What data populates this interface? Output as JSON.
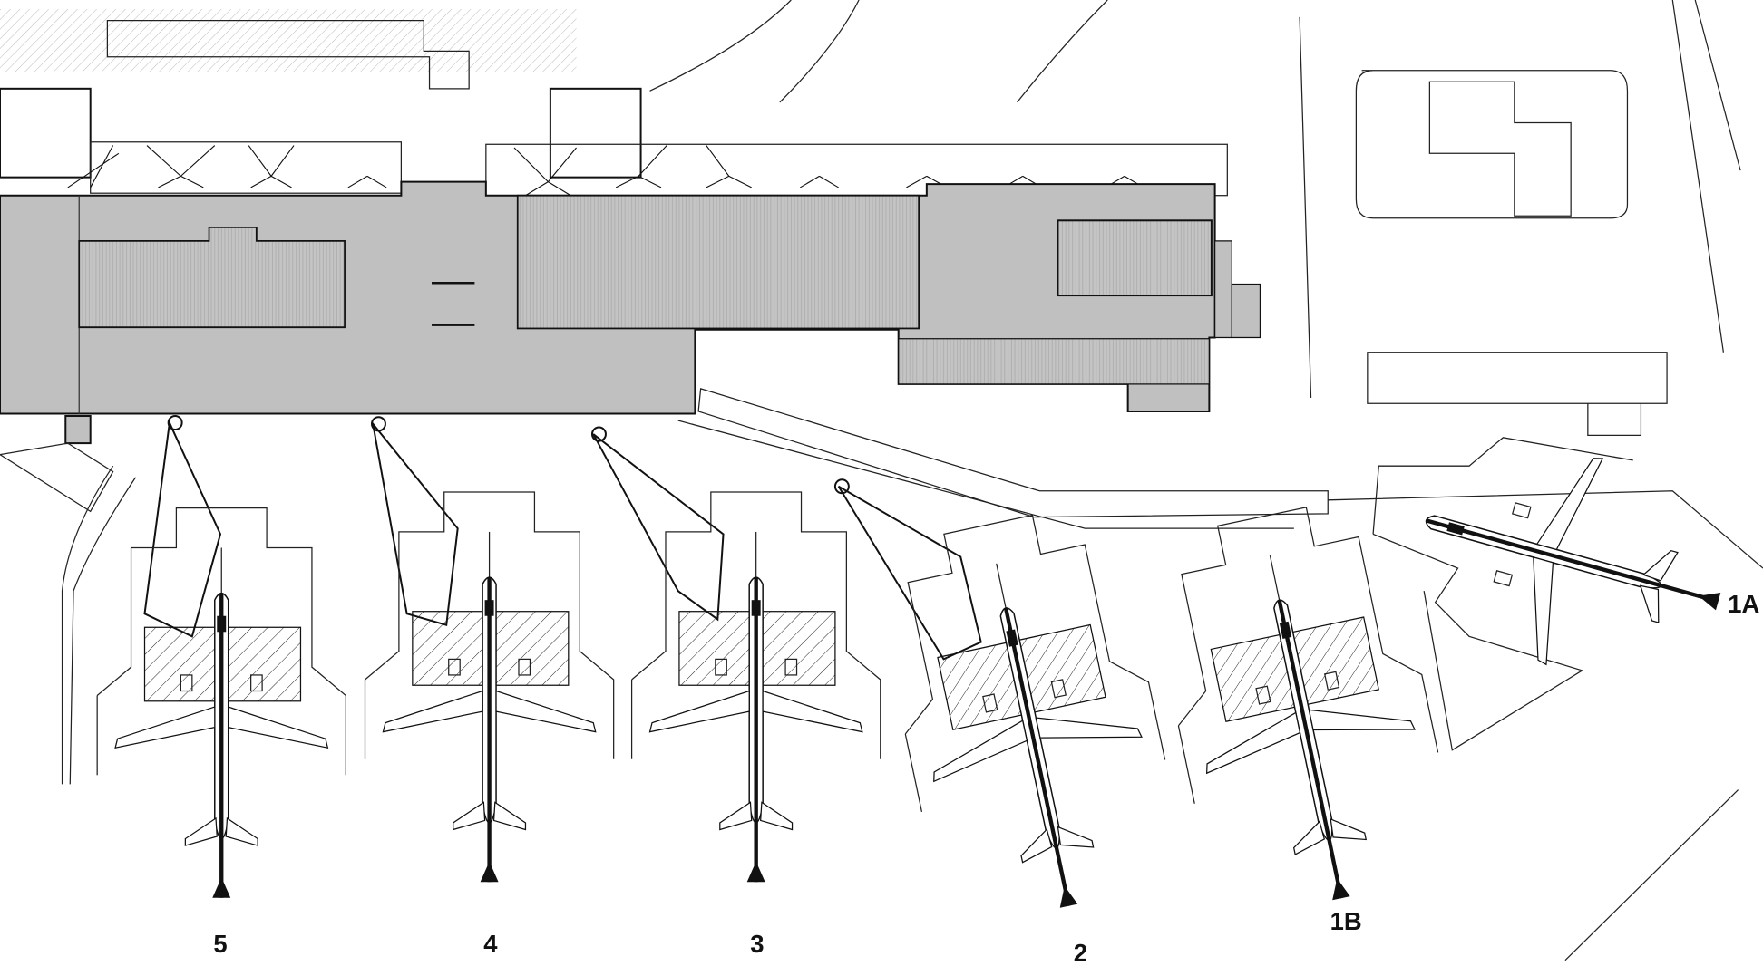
{
  "diagram": {
    "type": "airport apron stand layout",
    "colors": {
      "building": "#c0c0c0",
      "line": "#111111",
      "background": "#ffffff"
    },
    "stands": [
      {
        "label": "5"
      },
      {
        "label": "4"
      },
      {
        "label": "3"
      },
      {
        "label": "2"
      },
      {
        "label": "1B"
      },
      {
        "label": "1A"
      }
    ]
  }
}
